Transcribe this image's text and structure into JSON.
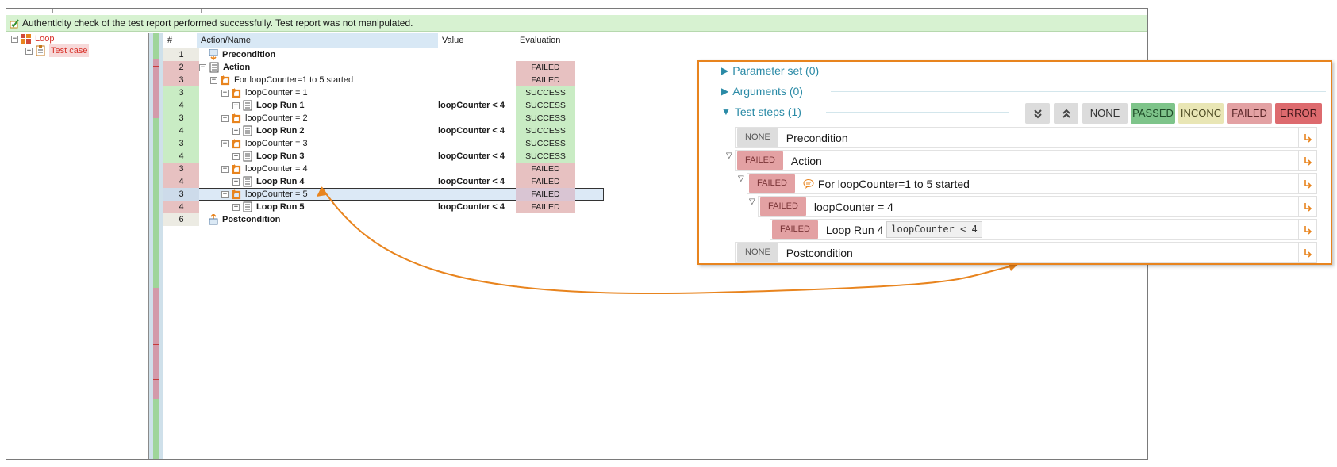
{
  "auth_bar": {
    "message": "Authenticity check of the test report performed successfully. Test report was not manipulated."
  },
  "tree": {
    "root": "Loop",
    "child": "Test case"
  },
  "grid": {
    "headers": {
      "num": "#",
      "name": "Action/Name",
      "value": "Value",
      "eval": "Evaluation"
    },
    "rows": [
      {
        "num": "1",
        "name": "Precondition",
        "value": "",
        "eval": ""
      },
      {
        "num": "2",
        "name": "Action",
        "value": "",
        "eval": "FAILED"
      },
      {
        "num": "3",
        "name": "For loopCounter=1 to 5 started",
        "value": "",
        "eval": "FAILED"
      },
      {
        "num": "3",
        "name": "loopCounter = 1",
        "value": "",
        "eval": "SUCCESS"
      },
      {
        "num": "4",
        "name": "Loop Run 1",
        "value": "loopCounter < 4",
        "eval": "SUCCESS"
      },
      {
        "num": "3",
        "name": "loopCounter = 2",
        "value": "",
        "eval": "SUCCESS"
      },
      {
        "num": "4",
        "name": "Loop Run 2",
        "value": "loopCounter < 4",
        "eval": "SUCCESS"
      },
      {
        "num": "3",
        "name": "loopCounter = 3",
        "value": "",
        "eval": "SUCCESS"
      },
      {
        "num": "4",
        "name": "Loop Run 3",
        "value": "loopCounter < 4",
        "eval": "SUCCESS"
      },
      {
        "num": "3",
        "name": "loopCounter = 4",
        "value": "",
        "eval": "FAILED"
      },
      {
        "num": "4",
        "name": "Loop Run 4",
        "value": "loopCounter < 4",
        "eval": "FAILED"
      },
      {
        "num": "3",
        "name": "loopCounter = 5",
        "value": "",
        "eval": "FAILED"
      },
      {
        "num": "4",
        "name": "Loop Run 5",
        "value": "loopCounter < 4",
        "eval": "FAILED"
      },
      {
        "num": "6",
        "name": "Postcondition",
        "value": "",
        "eval": ""
      }
    ]
  },
  "panel": {
    "sections": {
      "parameter_set": "Parameter set (0)",
      "arguments": "Arguments (0)",
      "test_steps": "Test steps (1)"
    },
    "filters": {
      "none": "NONE",
      "passed": "PASSED",
      "inconc": "INCONC",
      "failed": "FAILED",
      "error": "ERROR"
    },
    "steps": [
      {
        "status": "NONE",
        "label": "Precondition",
        "code": ""
      },
      {
        "status": "FAILED",
        "label": "Action",
        "code": ""
      },
      {
        "status": "FAILED",
        "label": "For loopCounter=1 to 5 started",
        "code": ""
      },
      {
        "status": "FAILED",
        "label": "loopCounter = 4",
        "code": ""
      },
      {
        "status": "FAILED",
        "label": "Loop Run 4",
        "code": "loopCounter < 4"
      },
      {
        "status": "NONE",
        "label": "Postcondition",
        "code": ""
      }
    ]
  },
  "colors": {
    "success_bg": "#c9ecc4",
    "failed_bg": "#e7c1c1",
    "accent_orange": "#e8841e",
    "section_blue": "#2a8aa6",
    "auth_green": "#d7f2d1"
  },
  "icons": [
    "check-edit-icon",
    "loop-icon",
    "test-case-icon",
    "precondition-icon",
    "action-list-icon",
    "postcondition-icon",
    "comment-icon",
    "jump-link-icon",
    "expand-all-icon",
    "collapse-all-icon"
  ]
}
